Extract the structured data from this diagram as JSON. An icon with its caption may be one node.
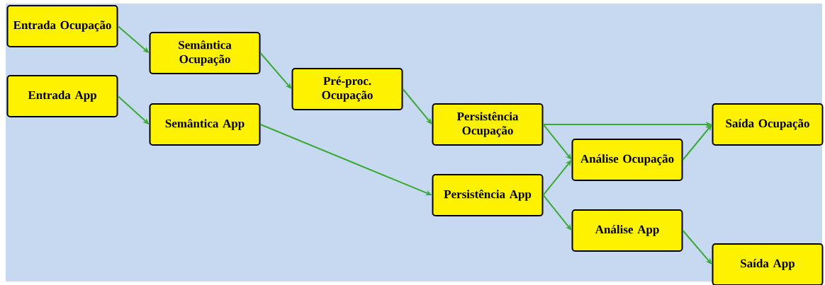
{
  "diagram": {
    "nodes": [
      {
        "text": [
          "Entrada Ocupação"
        ]
      },
      {
        "text": [
          "Semântica Ocupação"
        ]
      },
      {
        "text": [
          "Pré-proc. Ocupação"
        ]
      },
      {
        "text": [
          "Entrada App"
        ]
      },
      {
        "text": [
          "Semântica App"
        ]
      },
      {
        "text": [
          "Persistência Ocupação"
        ]
      },
      {
        "text": [
          "Saída Ocupação"
        ]
      },
      {
        "text": [
          "Análise Ocupação"
        ]
      },
      {
        "text": [
          "Persistência App"
        ]
      },
      {
        "text": [
          "Análise App"
        ]
      },
      {
        "text": [
          "Saída App"
        ]
      }
    ],
    "edges": [
      {
        "from": 0,
        "to": 1,
        "arrow": "to"
      },
      {
        "from": 1,
        "to": 2,
        "arrow": "to"
      },
      {
        "from": 2,
        "to": 5,
        "arrow": "to"
      },
      {
        "from": 3,
        "to": 4,
        "arrow": "to"
      },
      {
        "from": 4,
        "to": 8,
        "arrow": "to"
      },
      {
        "from": 5,
        "to": 6,
        "arrow": "to"
      },
      {
        "from": 5,
        "to": 7,
        "arrow": "to"
      },
      {
        "from": 7,
        "to": 6,
        "arrow": "to"
      },
      {
        "from": 8,
        "to": 7,
        "arrow": "to"
      },
      {
        "from": 8,
        "to": 9,
        "arrow": "to"
      },
      {
        "from": 9,
        "to": 10,
        "arrow": "to"
      }
    ]
  }
}
